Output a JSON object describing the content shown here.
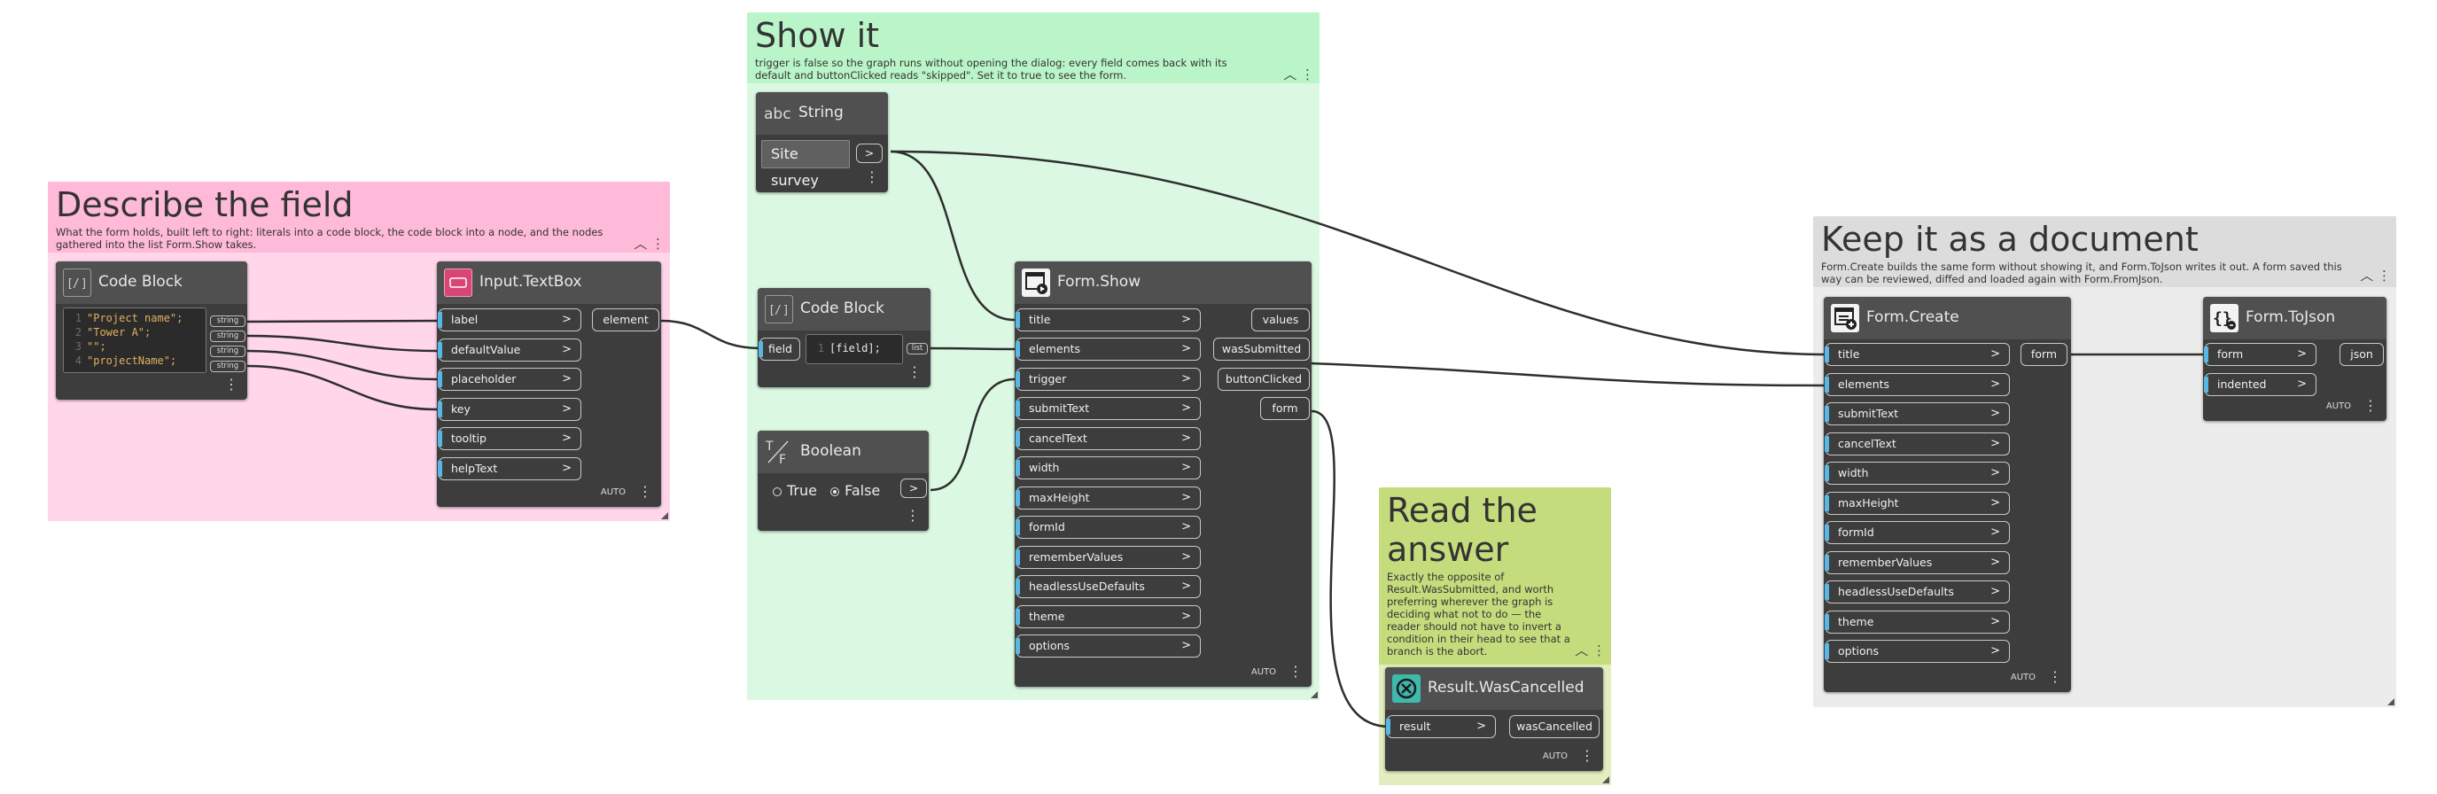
{
  "groups": {
    "describe": {
      "title": "Describe the field",
      "description": "What the form holds, built left to right: literals into a code block, the code block into a node, and the nodes gathered into the list Form.Show takes.",
      "color": "#ffb9d9",
      "body_color": "#ffd6ea"
    },
    "show": {
      "title": "Show it",
      "description": "trigger is false so the graph runs without opening the dialog: every field comes back with its default and buttonClicked reads \"skipped\". Set it to true to see the form.",
      "color": "#b9f5c8",
      "body_color": "#dbf9e2"
    },
    "answer": {
      "title_line1": "Read the",
      "title_line2": "answer",
      "description": "Exactly the opposite of Result.WasSubmitted, and worth preferring wherever the graph is deciding what not to do — the reader should not have to invert a condition in their head to see that a branch is the abort.",
      "color": "#c5dc7d",
      "body_color": "#e2eec0"
    },
    "document": {
      "title": "Keep it as a document",
      "description": "Form.Create builds the same form without showing it, and Form.ToJson writes it out. A form saved this way can be reviewed, diffed and loaded again with Form.FromJson.",
      "color": "#dcdcdc",
      "body_color": "#ececec"
    }
  },
  "nodes": {
    "codeblock1": {
      "title": "Code Block",
      "lines": [
        {
          "num": "1",
          "code": "\"Project name\";"
        },
        {
          "num": "2",
          "code": "\"Tower A\";"
        },
        {
          "num": "3",
          "code": "\"\";"
        },
        {
          "num": "4",
          "code": "\"projectName\";"
        }
      ],
      "outputs": [
        "string",
        "string",
        "string",
        "string"
      ]
    },
    "textbox": {
      "title": "Input.TextBox",
      "inputs": [
        "label",
        "defaultValue",
        "placeholder",
        "key",
        "tooltip",
        "helpText"
      ],
      "outputs": [
        "element"
      ],
      "footer": "AUTO"
    },
    "string": {
      "title": "String",
      "value": "Site survey",
      "output": ">"
    },
    "codeblock2": {
      "title": "Code Block",
      "input": "field",
      "line_num": "1",
      "code": "[field];",
      "output": "list"
    },
    "boolean": {
      "title": "Boolean",
      "true_label": "True",
      "false_label": "False",
      "selected": "False",
      "output": ">"
    },
    "formshow": {
      "title": "Form.Show",
      "inputs": [
        "title",
        "elements",
        "trigger",
        "submitText",
        "cancelText",
        "width",
        "maxHeight",
        "formId",
        "rememberValues",
        "headlessUseDefaults",
        "theme",
        "options"
      ],
      "outputs": [
        "values",
        "wasSubmitted",
        "buttonClicked",
        "form"
      ],
      "footer": "AUTO"
    },
    "wascancelled": {
      "title": "Result.WasCancelled",
      "inputs": [
        "result"
      ],
      "outputs": [
        "wasCancelled"
      ],
      "footer": "AUTO"
    },
    "formcreate": {
      "title": "Form.Create",
      "inputs": [
        "title",
        "elements",
        "submitText",
        "cancelText",
        "width",
        "maxHeight",
        "formId",
        "rememberValues",
        "headlessUseDefaults",
        "theme",
        "options"
      ],
      "outputs": [
        "form"
      ],
      "footer": "AUTO"
    },
    "tojson": {
      "title": "Form.ToJson",
      "inputs": [
        "form",
        "indented"
      ],
      "outputs": [
        "json"
      ],
      "footer": "AUTO"
    }
  },
  "icons": {
    "codeblock": "code-block-icon",
    "textbox": "textbox-icon",
    "string": "abc-icon",
    "boolean": "true-false-icon",
    "formshow": "form-show-icon",
    "wascancelled": "cancel-icon",
    "formcreate": "form-create-icon",
    "tojson": "json-icon"
  },
  "colors": {
    "port_bar": "#58b7e3",
    "wire": "#2e2e2e",
    "node_body": "#3d3d3d",
    "node_header": "#505050"
  }
}
